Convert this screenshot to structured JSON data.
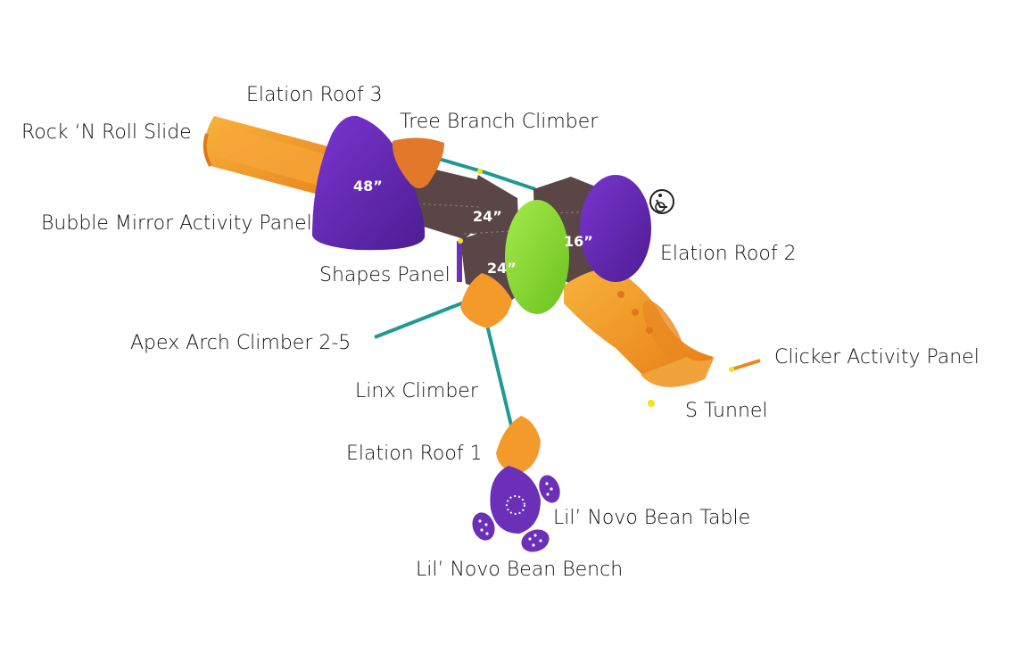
{
  "labels": {
    "elation_roof_3": "Elation Roof 3",
    "rock_n_roll_slide": "Rock ‘N Roll Slide",
    "tree_branch_climber": "Tree Branch Climber",
    "bubble_mirror_activity_panel": "Bubble Mirror Activity Panel",
    "elation_roof_2": "Elation Roof 2",
    "shapes_panel": "Shapes Panel",
    "apex_arch_climber": "Apex Arch Climber 2-5",
    "clicker_activity_panel": "Clicker Activity Panel",
    "linx_climber": "Linx Climber",
    "s_tunnel": "S Tunnel",
    "elation_roof_1": "Elation Roof 1",
    "lil_novo_bean_table": "Lil’ Novo Bean Table",
    "lil_novo_bean_bench": "Lil’ Novo Bean Bench"
  },
  "deck_heights": {
    "roof3": "48”",
    "deck_upper": "24”",
    "deck_lower": "24”",
    "deck_right": "16”"
  },
  "colors": {
    "orange": "#f39a2a",
    "orange_dark": "#e07a18",
    "purple": "#6b2fb8",
    "purple_dark": "#4a1f8a",
    "green": "#8fdc3a",
    "deck": "#5a4646",
    "teal": "#1f9a92"
  },
  "icons": {
    "accessibility": "wheelchair-icon"
  }
}
